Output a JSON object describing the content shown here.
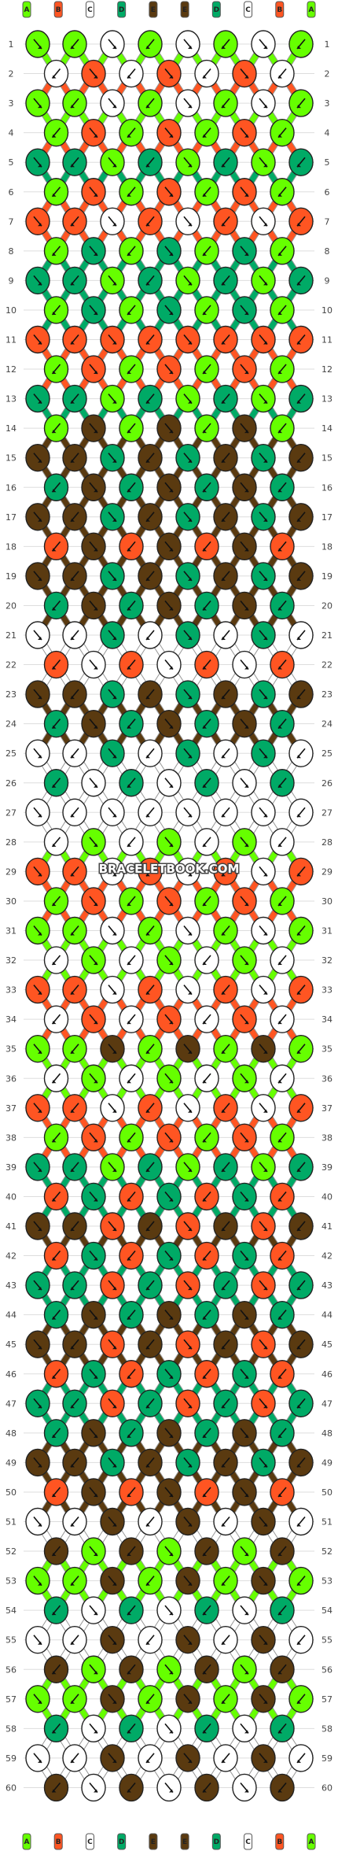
{
  "watermark": "BRACELETBOOK.COM",
  "strings": [
    "A",
    "B",
    "C",
    "D",
    "E",
    "E",
    "D",
    "C",
    "B",
    "A"
  ],
  "row_count": 60,
  "colors": {
    "A": "#66ff00",
    "B": "#ff5522",
    "C": "#ffffff",
    "D": "#00aa66",
    "E": "#5a3a10"
  },
  "row_pattern": [
    "A",
    "B",
    "A",
    "B",
    "D",
    "B",
    "B",
    "D",
    "D",
    "D",
    "B",
    "B",
    "D",
    "E",
    "E",
    "E",
    "E",
    "E",
    "E",
    "E",
    "C",
    "C",
    "E",
    "E",
    "C",
    "C",
    "C",
    "A",
    "B",
    "B",
    "A",
    "A",
    "B",
    "B",
    "A",
    "A",
    "B",
    "B",
    "D",
    "D",
    "E",
    "D",
    "D",
    "E",
    "E",
    "D",
    "D",
    "E",
    "E",
    "E",
    "C",
    "A",
    "A",
    "C",
    "C",
    "A",
    "A",
    "C",
    "C",
    "C"
  ],
  "inner_pattern": [
    "C",
    "C",
    "C",
    "A",
    "A",
    "A",
    "C",
    "A",
    "A",
    "A",
    "B",
    "A",
    "A",
    "A",
    "D",
    "D",
    "D",
    "B",
    "D",
    "D",
    "D",
    "B",
    "D",
    "D",
    "D",
    "D",
    "C",
    "C",
    "C",
    "A",
    "C",
    "C",
    "C",
    "C",
    "E",
    "C",
    "C",
    "A",
    "A",
    "B",
    "B",
    "B",
    "B",
    "D",
    "B",
    "B",
    "B",
    "D",
    "D",
    "B",
    "E",
    "E",
    "E",
    "D",
    "E",
    "E",
    "E",
    "D",
    "E",
    "E"
  ]
}
